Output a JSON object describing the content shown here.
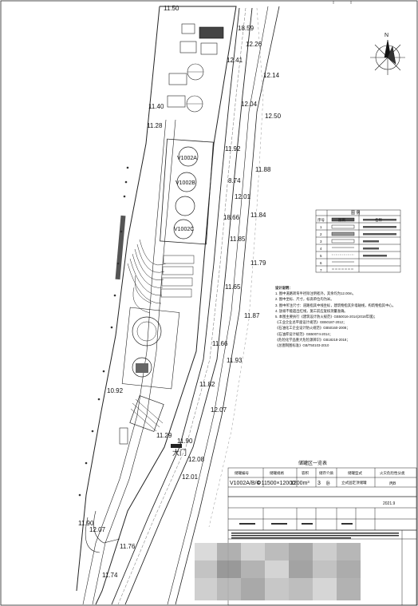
{
  "elevations": {
    "e01": "11.50",
    "e02": "18.59",
    "e03": "12.26",
    "e04": "12.41",
    "e05": "12.14",
    "e06": "11.40",
    "e07": "12.04",
    "e08": "12.50",
    "e09": "11.28",
    "e10": "11.92",
    "e11": "11.88",
    "e12": "8.74",
    "e13": "12.01",
    "e14": "11.84",
    "e15": "18.66",
    "e16": "11.85",
    "e17": "11.79",
    "e18": "11.65",
    "e19": "11.87",
    "e20": "11.66",
    "e21": "11.93",
    "e22": "11.82",
    "e23": "10.92",
    "e24": "12.07",
    "e25": "11.29",
    "e26": "11.90",
    "e27": "12.08",
    "e28": "12.01",
    "e29": "11.90",
    "e30": "12.07",
    "e31": "11.76",
    "e32": "11.74"
  },
  "tank_labels": {
    "t1": "V1002A",
    "t2": "V1002B",
    "t3": "V1002C"
  },
  "gate_label": "大门",
  "notes": {
    "title": "设计说明：",
    "lines": [
      "1. 图中道路转弯半径除注明者外，其余均为12.00m。",
      "2. 图中坐标、尺寸，标高单位均为米。",
      "3. 图中所注尺寸：道路指其中线坐标，建筑物指其外墙轴线，构筑物指其中心。",
      "4. 放坡不能超出红线，施工前应复核测量准确。",
      "5. 本图主要执行《建筑设计防火规范》GB50016-2014(2018年版)；",
      "   《工业企业总平面设计规范》GB50187-2012；",
      "   《石油化工企业设计防火规范》GB50160-2008；",
      "   《石油库设计规范》GB50074-2014；",
      "   《危险化学品重大危险源辨识》GB18218-2018；",
      "   《总图制图标准》GB/T50103-2010"
    ]
  },
  "legend": {
    "title": "图 例",
    "headers": [
      "序号",
      "图例",
      "名称"
    ],
    "rows": [
      "1",
      "2",
      "3",
      "4",
      "5",
      "6",
      "7"
    ]
  },
  "table": {
    "title": "储罐区一览表",
    "headers": [
      "储罐编号",
      "储罐规格",
      "容积",
      "储存介质",
      "储罐型式",
      "火灾危险性分类"
    ],
    "row": [
      "V1002A/B/C",
      "Φ11500×12000",
      "1200m³",
      "3",
      "卧",
      "立式固定顶储罐",
      "丙B"
    ]
  },
  "titleblock": {
    "date": "2021.9"
  },
  "north_arrow": {
    "label": "N"
  }
}
